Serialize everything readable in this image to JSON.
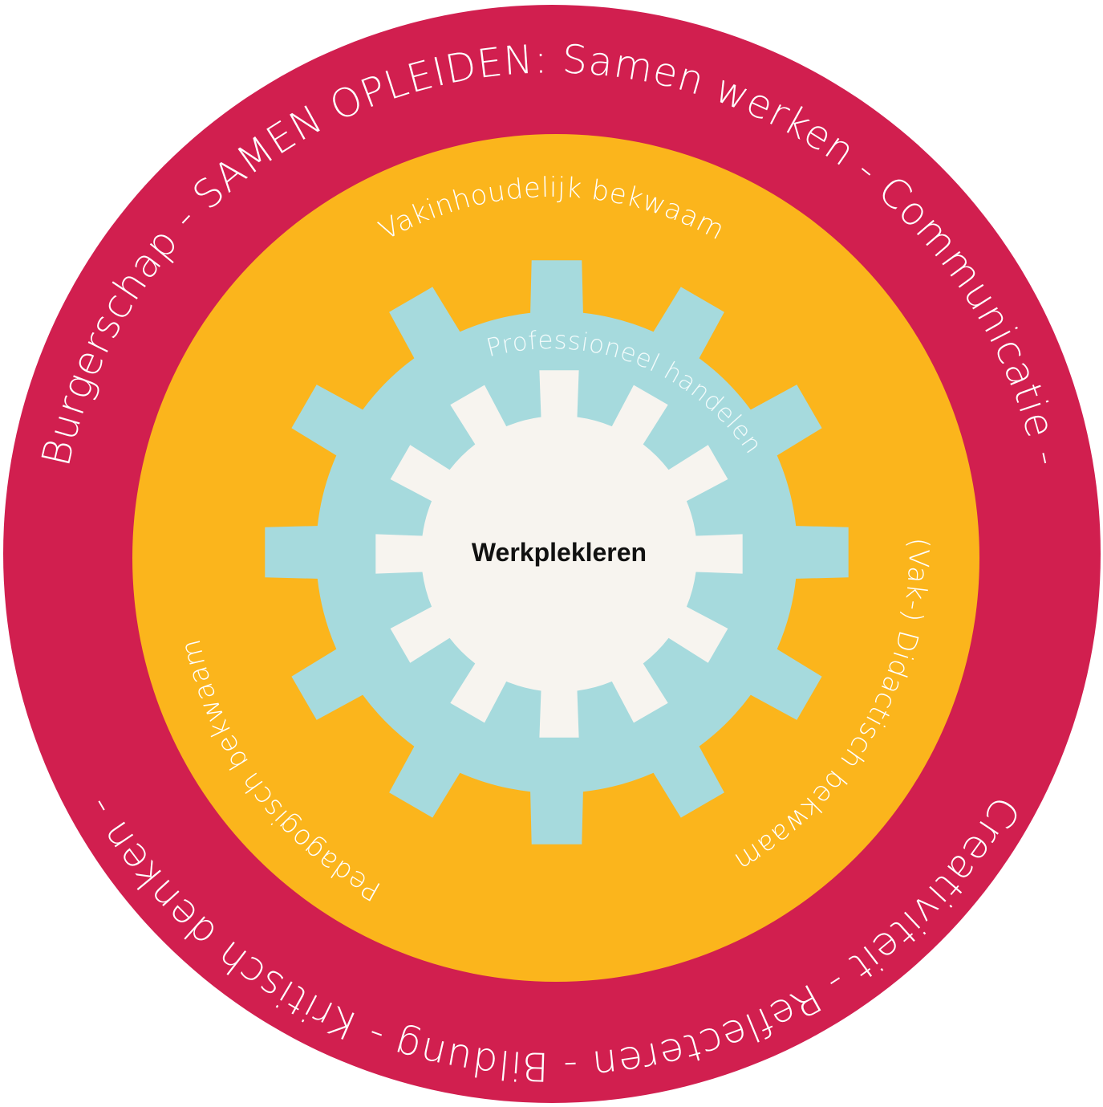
{
  "colors": {
    "outer_ring": "#d11f4f",
    "middle_ring": "#fbb51c",
    "outer_gear": "#a6dadd",
    "inner_gear": "#f7f4ef",
    "ring_text": "#ffffff",
    "center_text": "#111111"
  },
  "outer_ring": {
    "top_text": "Burgerschap  -  SAMEN OPLEIDEN: Samen werken  -  Communicatie  -",
    "bottom_text": "Creativiteit  -  Reflecteren  -  Bildung  -  Kritisch denken  -"
  },
  "middle_ring": {
    "top_label": "Vakinhoudelijk bekwaam",
    "right_label": "(Vak-) Didactisch bekwaam",
    "left_label": "Pedagogisch bekwaam"
  },
  "gear": {
    "label": "Professioneel handelen"
  },
  "center": {
    "label": "Werkplekleren"
  }
}
